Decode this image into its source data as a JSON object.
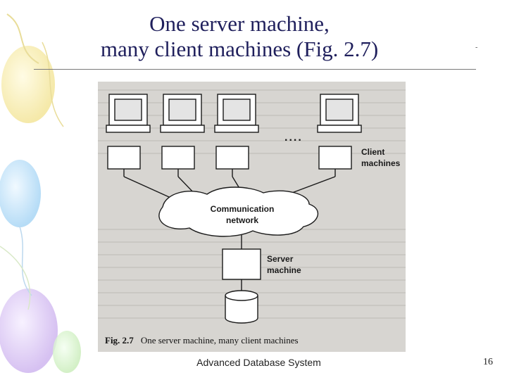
{
  "slide": {
    "title_line1": "One server machine,",
    "title_line2": "many client machines (Fig. 2.7)",
    "title_mark": "-",
    "footer": "Advanced Database System",
    "page_number": "16"
  },
  "figure": {
    "client_label_line1": "Client",
    "client_label_line2": "machines",
    "ellipsis": "....",
    "network_label_line1": "Communication",
    "network_label_line2": "network",
    "server_label_line1": "Server",
    "server_label_line2": "machine",
    "caption_number": "Fig. 2.7",
    "caption_text": "One server machine, many client machines"
  },
  "colors": {
    "title": "#1f1f5c",
    "figure_background": "#d7d5d1",
    "rule": "#7a7a7a"
  }
}
